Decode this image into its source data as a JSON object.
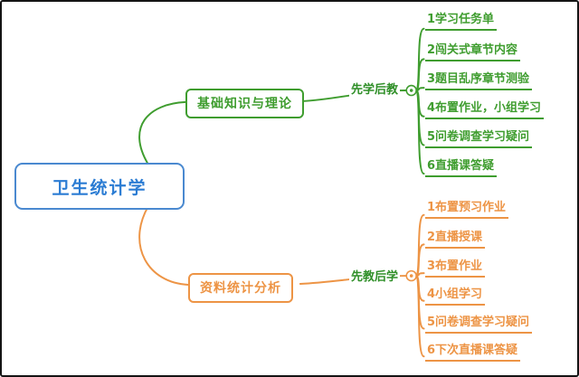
{
  "root": {
    "label": "卫生统计学"
  },
  "colors": {
    "root_blue": "#2b7cd3",
    "branch_green": "#3f9d2f",
    "branch_orange": "#ed9445"
  },
  "branches": [
    {
      "label": "基础知识与理论",
      "mode_label": "先学后教",
      "color": "#3f9d2f",
      "items": [
        {
          "label": "1学习任务单"
        },
        {
          "label": "2闯关式章节内容"
        },
        {
          "label": "3题目乱序章节测验"
        },
        {
          "label": "4布置作业，小组学习"
        },
        {
          "label": "5问卷调查学习疑问"
        },
        {
          "label": "6直播课答疑"
        }
      ]
    },
    {
      "label": "资料统计分析",
      "mode_label": "先教后学",
      "color": "#ed9445",
      "items": [
        {
          "label": "1布置预习作业"
        },
        {
          "label": "2直播授课"
        },
        {
          "label": "3布置作业"
        },
        {
          "label": "4小组学习"
        },
        {
          "label": "5问卷调查学习疑问"
        },
        {
          "label": "6下次直播课答疑"
        }
      ]
    }
  ]
}
